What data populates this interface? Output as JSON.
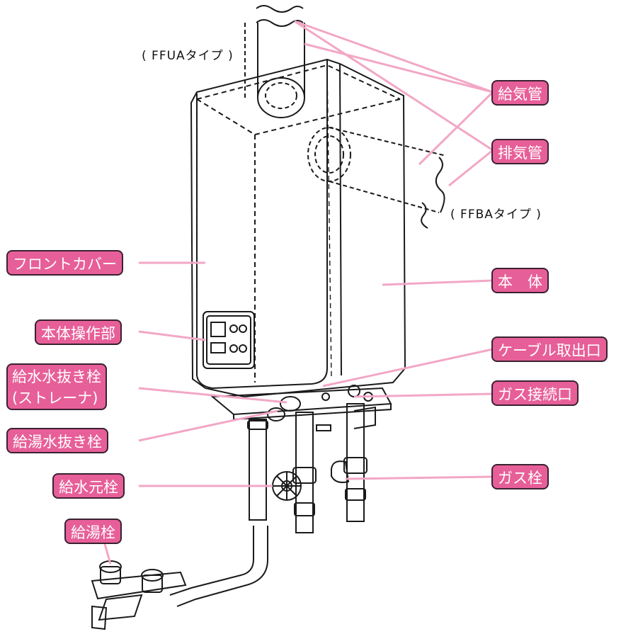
{
  "labels": {
    "kyuki": "給気管",
    "haiki": "排気管",
    "front_cover": "フロントカバー",
    "hontai": "本　体",
    "sousa": "本体操作部",
    "cable": "ケーブル取出口",
    "kyusui_nuki_1": "給水水抜き栓",
    "kyusui_nuki_2": "(ストレーナ)",
    "gas_setsuzoku": "ガス接続口",
    "kyuto_nuki": "給湯水抜き栓",
    "kyusui_moto": "給水元栓",
    "gas_sen": "ガス栓",
    "kyuto_sen": "給湯栓"
  },
  "notes": {
    "ffua": "( FFUAタイプ )",
    "ffba": "( FFBAタイプ )"
  },
  "colors": {
    "callout_fill": "#e75f98",
    "leader_line": "#f2a7c6",
    "drawing_line": "#1a1a1a"
  }
}
